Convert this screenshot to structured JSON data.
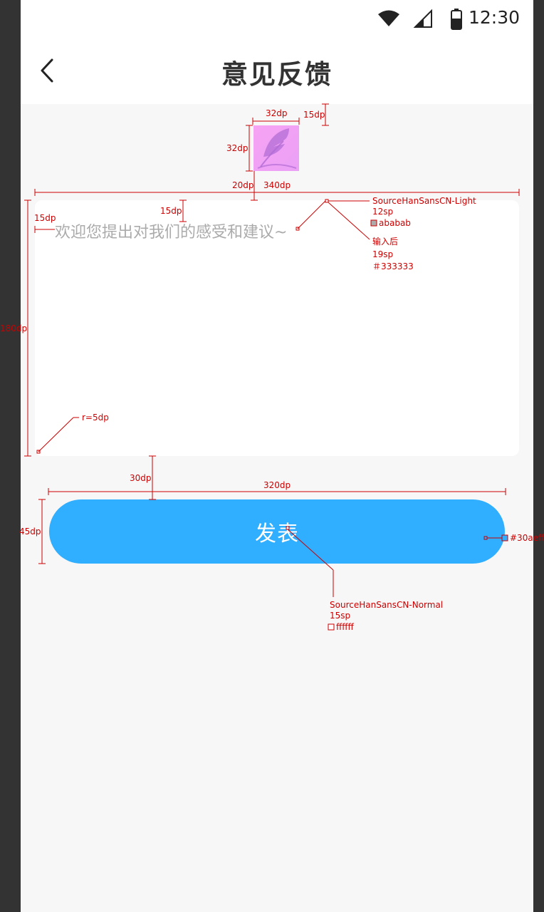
{
  "status_bar": {
    "time": "12:30",
    "icons": [
      "wifi-icon",
      "cell-signal-icon",
      "battery-icon"
    ]
  },
  "header": {
    "back_icon": "chevron-left-icon",
    "title": "意见反馈"
  },
  "feedback": {
    "placeholder": "欢迎您提出对我们的感受和建议~"
  },
  "submit": {
    "label": "发表"
  },
  "annotations": {
    "icon_width": "32dp",
    "icon_gap_top": "15dp",
    "icon_height": "32dp",
    "icon_gap_bottom": "20dp",
    "card_width": "340dp",
    "card_padding_top": "15dp",
    "card_padding_left": "15dp",
    "card_height": "180dp",
    "placeholder_font": "SourceHanSansCN-Light",
    "placeholder_size": "12sp",
    "placeholder_color": "ababab",
    "input_after": "输入后",
    "input_size": "19sp",
    "input_color": "＃333333",
    "radius": "r=5dp",
    "button_gap": "30dp",
    "button_width": "320dp",
    "button_height": "45dp",
    "button_color": "#30aeff",
    "button_font": "SourceHanSansCN-Normal",
    "button_font_size": "15sp",
    "button_text_color": "ffffff"
  },
  "colors": {
    "accent": "#30aeff",
    "placeholder": "#ababab",
    "text": "#333333",
    "annotation": "#cc0000",
    "background": "#f7f7f7"
  }
}
